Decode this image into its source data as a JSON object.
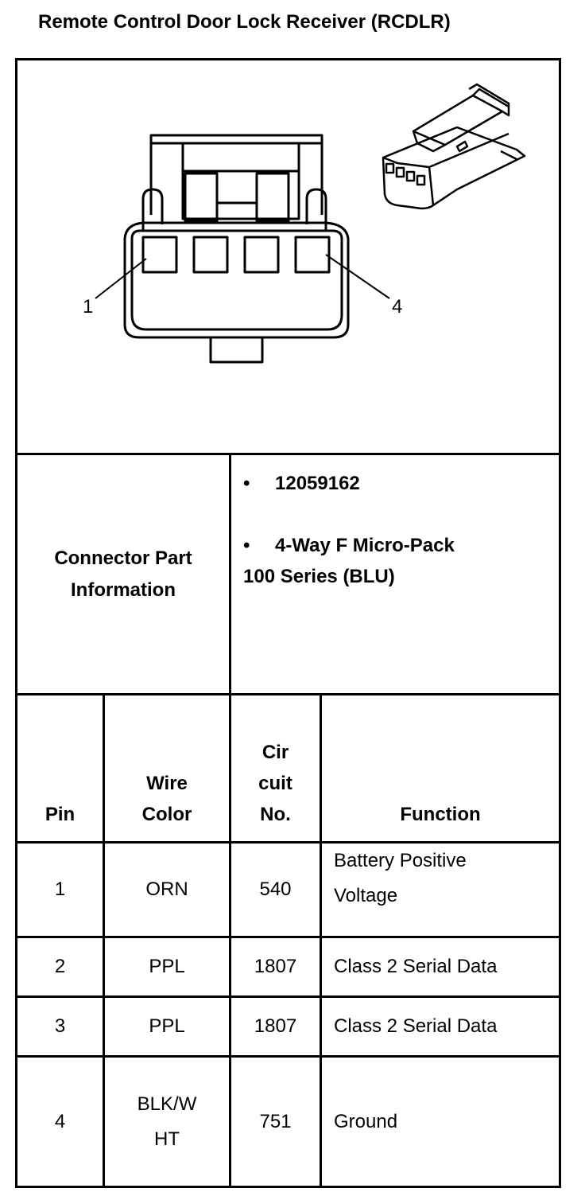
{
  "title": "Remote Control Door Lock Receiver (RCDLR)",
  "diagram": {
    "pin_label_left": "1",
    "pin_label_right": "4"
  },
  "connector": {
    "label_line1": "Connector Part",
    "label_line2": "Information",
    "bullet": "•",
    "part_number": "12059162",
    "description_line1": "4-Way F Micro-Pack",
    "description_line2": "100 Series (BLU)"
  },
  "table": {
    "headers": {
      "pin": "Pin",
      "wire_color_line1": "Wire",
      "wire_color_line2": "Color",
      "circuit_line1": "Cir",
      "circuit_line2": "cuit",
      "circuit_line3": "No.",
      "function": "Function"
    },
    "rows": [
      {
        "pin": "1",
        "wire_color": "ORN",
        "circuit": "540",
        "function_line1": "Battery Positive",
        "function_line2": "Voltage"
      },
      {
        "pin": "2",
        "wire_color": "PPL",
        "circuit": "1807",
        "function_line1": "Class 2 Serial Data",
        "function_line2": ""
      },
      {
        "pin": "3",
        "wire_color": "PPL",
        "circuit": "1807",
        "function_line1": "Class 2 Serial Data",
        "function_line2": ""
      },
      {
        "pin": "4",
        "wire_color_line1": "BLK/W",
        "wire_color_line2": "HT",
        "circuit": "751",
        "function_line1": "Ground",
        "function_line2": ""
      }
    ]
  }
}
